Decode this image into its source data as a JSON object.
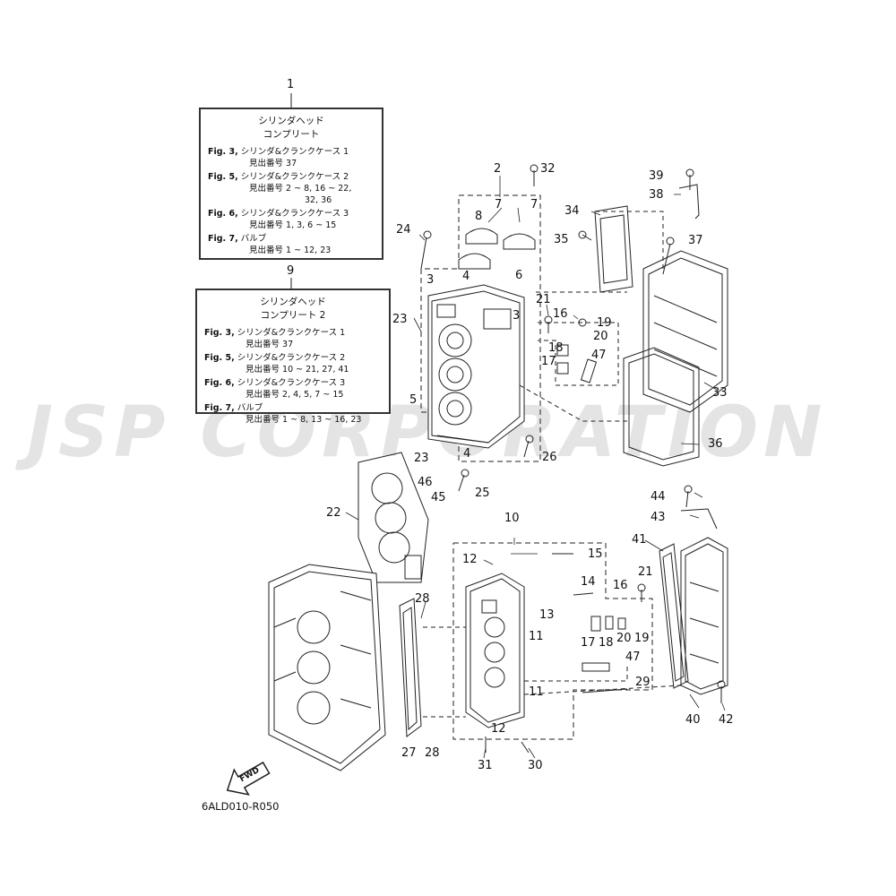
{
  "watermark": "JSP CORPORATION",
  "box1": {
    "number": "1",
    "title_line1": "シリンダヘッド",
    "title_line2": "コンプリート",
    "refs": [
      {
        "fig": "Fig. 3,",
        "text": "シリンダ&クランクケース 1",
        "sub": "見出番号 37"
      },
      {
        "fig": "Fig. 5,",
        "text": "シリンダ&クランクケース 2",
        "sub": "見出番号 2 ~ 8, 16 ~ 22,",
        "sub2": "32, 36"
      },
      {
        "fig": "Fig. 6,",
        "text": "シリンダ&クランクケース 3",
        "sub": "見出番号 1, 3, 6 ~ 15"
      },
      {
        "fig": "Fig. 7,",
        "text": "バルブ",
        "sub": "見出番号 1 ~ 12, 23"
      }
    ]
  },
  "box9": {
    "number": "9",
    "title_line1": "シリンダヘッド",
    "title_line2": "コンプリート 2",
    "refs": [
      {
        "fig": "Fig. 3,",
        "text": "シリンダ&クランクケース 1",
        "sub": "見出番号 37"
      },
      {
        "fig": "Fig. 5,",
        "text": "シリンダ&クランクケース 2",
        "sub": "見出番号 10 ~ 21, 27, 41"
      },
      {
        "fig": "Fig. 6,",
        "text": "シリンダ&クランクケース 3",
        "sub": "見出番号 2, 4, 5, 7 ~ 15"
      },
      {
        "fig": "Fig. 7,",
        "text": "バルブ",
        "sub": "見出番号 1 ~ 8, 13 ~ 16, 23"
      }
    ]
  },
  "callouts": [
    "2",
    "32",
    "39",
    "38",
    "7",
    "7",
    "8",
    "34",
    "35",
    "37",
    "24",
    "3",
    "4",
    "6",
    "3",
    "21",
    "16",
    "19",
    "20",
    "18",
    "17",
    "47",
    "23",
    "5",
    "33",
    "36",
    "4",
    "23",
    "26",
    "46",
    "45",
    "25",
    "22",
    "44",
    "43",
    "10",
    "15",
    "12",
    "41",
    "21",
    "14",
    "16",
    "13",
    "28",
    "17",
    "18",
    "20",
    "19",
    "11",
    "47",
    "11",
    "29",
    "12",
    "27",
    "28",
    "31",
    "30",
    "40",
    "42"
  ],
  "fwd_label": "FWD",
  "diagram_code": "6ALD010-R050"
}
